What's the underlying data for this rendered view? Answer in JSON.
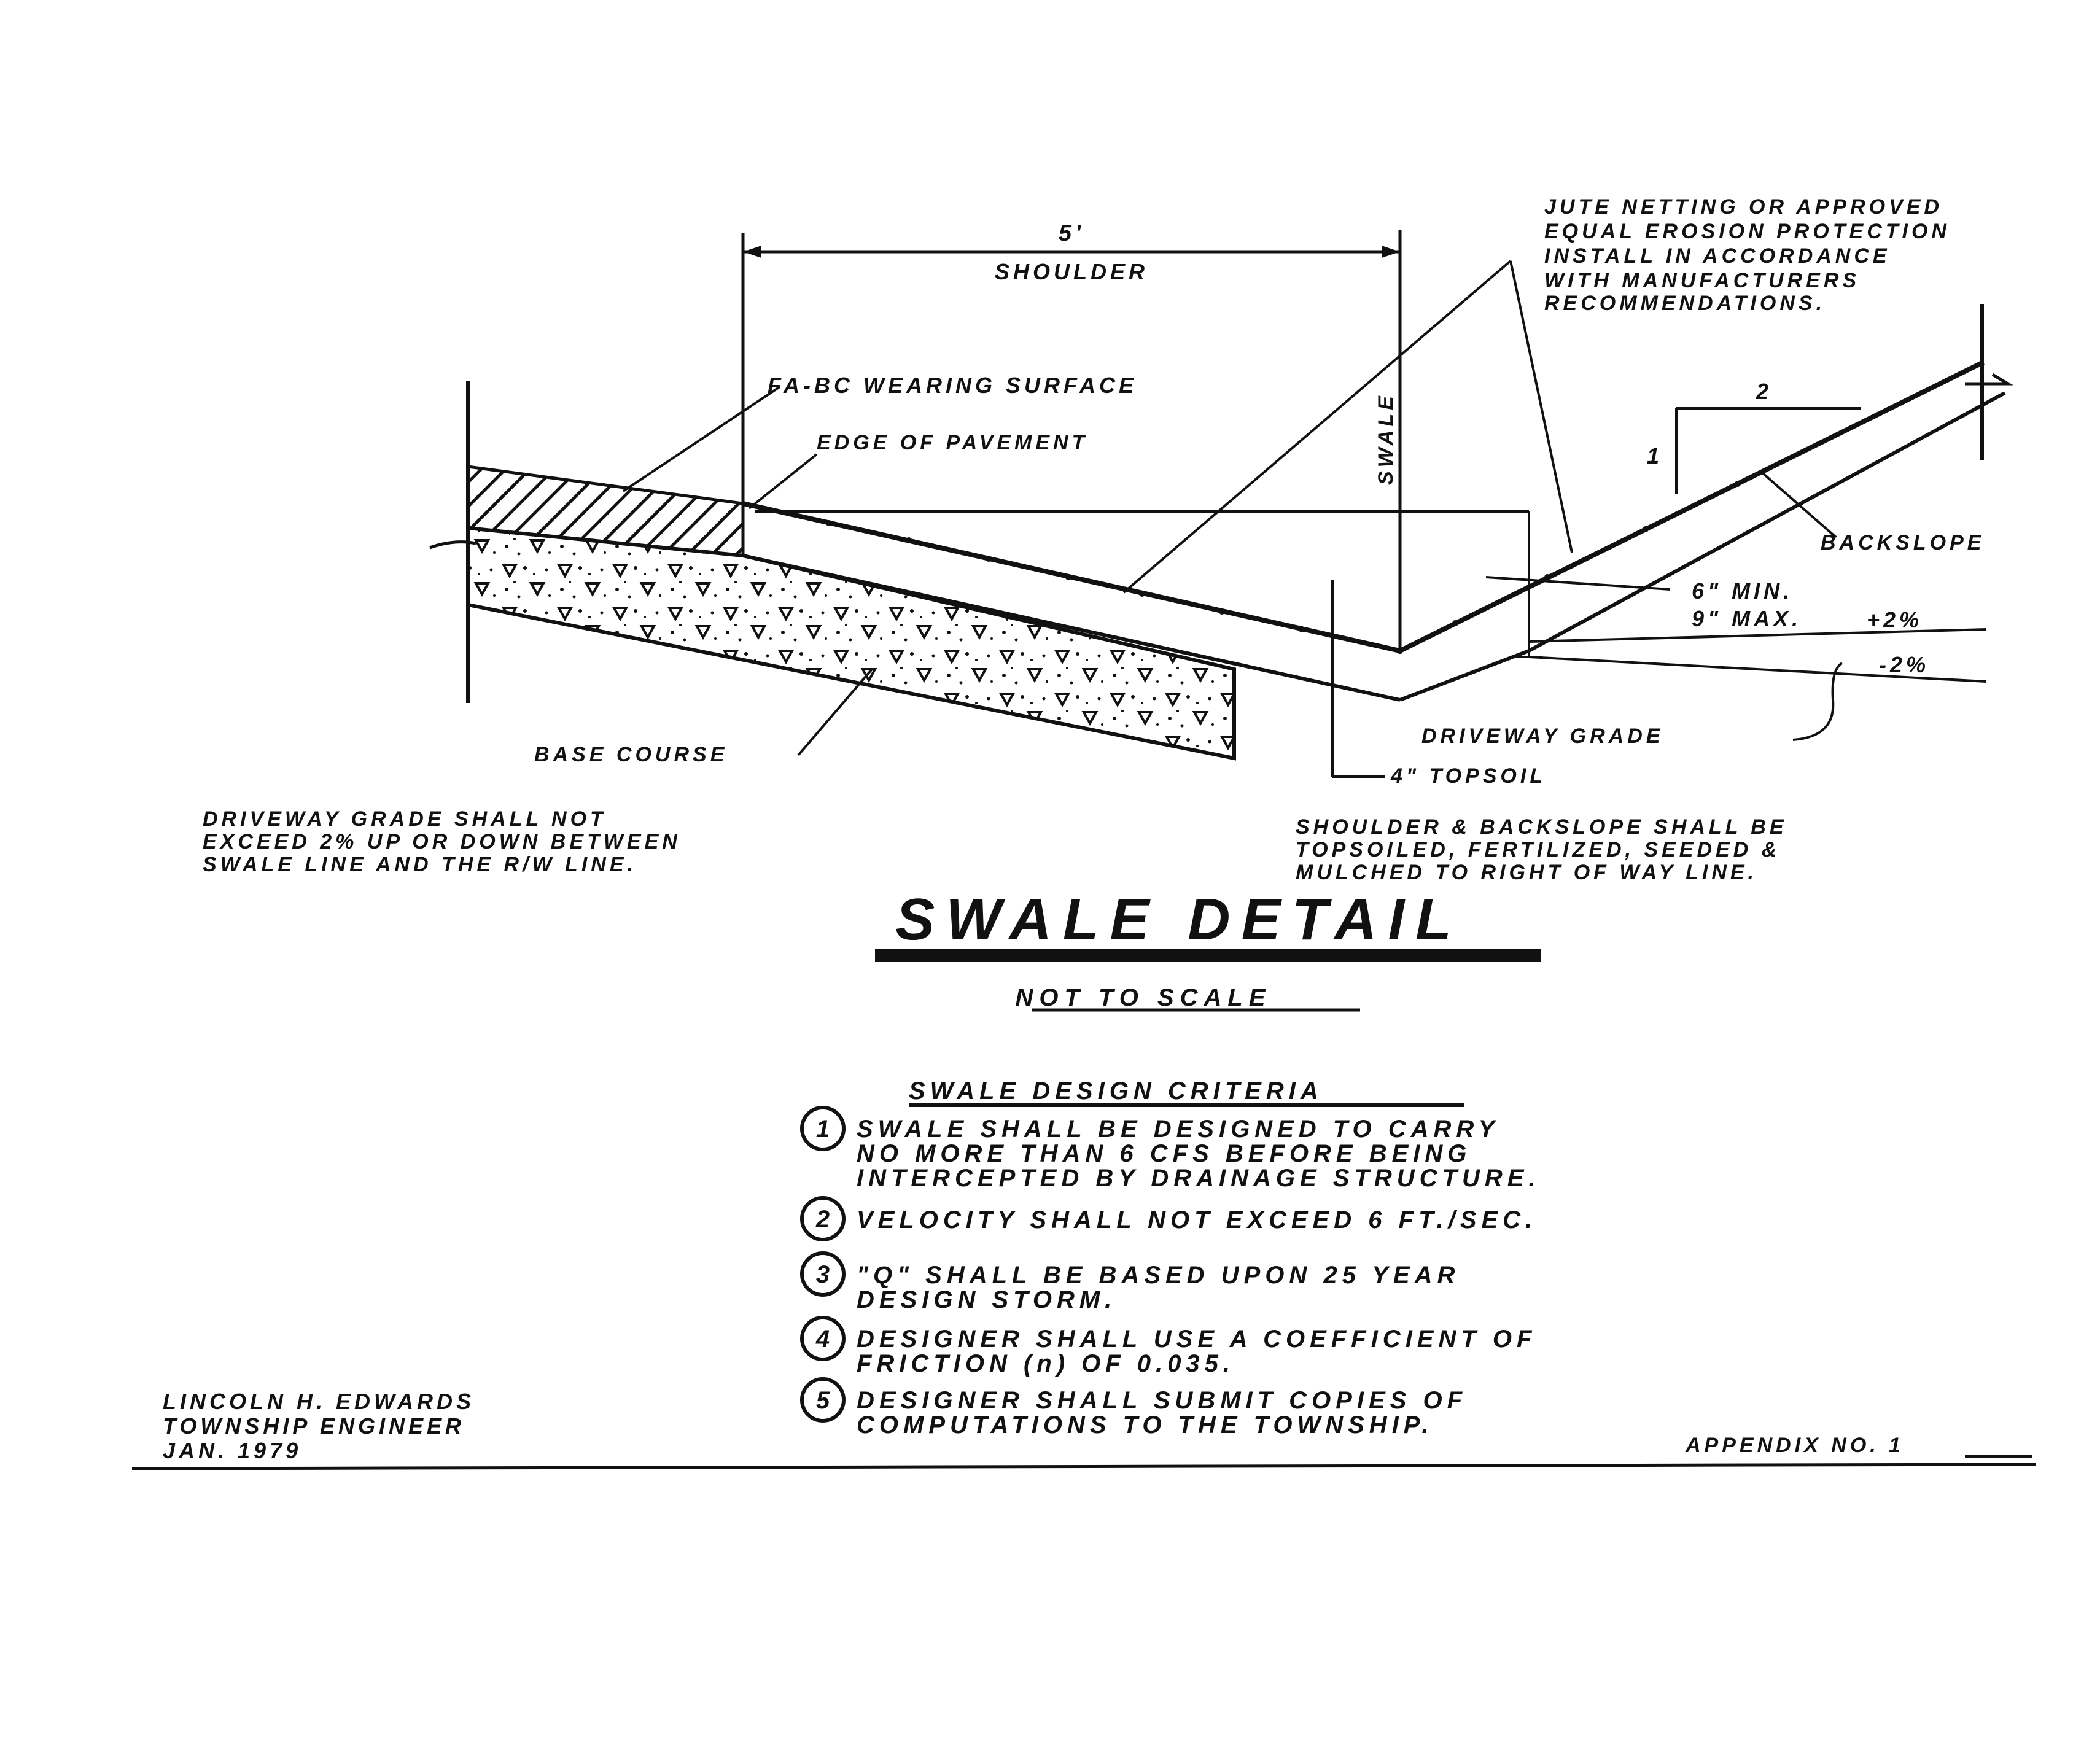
{
  "labels": {
    "dimension_5": "5'",
    "shoulder": "SHOULDER",
    "fa_bc_wearing_surface": "FA-BC WEARING SURFACE",
    "edge_of_pavement": "EDGE OF PAVEMENT",
    "swale": "SWALE",
    "jute_netting": [
      "JUTE NETTING OR APPROVED",
      "EQUAL EROSION PROTECTION",
      "INSTALL IN ACCORDANCE",
      "WITH MANUFACTURERS",
      "RECOMMENDATIONS."
    ],
    "slope_run": "2",
    "slope_rise": "1",
    "backslope": "BACKSLOPE",
    "min_6": "6\" MIN.",
    "max_9": "9\" MAX.",
    "plus_2": "+2%",
    "minus_2": "-2%",
    "driveway_grade": "DRIVEWAY GRADE",
    "topsoil_4": "4\" TOPSOIL",
    "base_course": "BASE COURSE"
  },
  "notes": {
    "driveway_note": [
      "DRIVEWAY GRADE SHALL NOT",
      "EXCEED 2% UP OR DOWN BETWEEN",
      "SWALE LINE AND THE R/W LINE."
    ],
    "shoulder_note": [
      "SHOULDER & BACKSLOPE SHALL BE",
      "TOPSOILED, FERTILIZED, SEEDED &",
      "MULCHED TO RIGHT OF WAY LINE."
    ]
  },
  "title": "SWALE DETAIL",
  "subtitle": "NOT TO SCALE",
  "criteria_heading": "SWALE DESIGN CRITERIA",
  "criteria": [
    {
      "num": "1",
      "lines": [
        "SWALE SHALL BE DESIGNED TO CARRY",
        "NO MORE THAN 6 CFS BEFORE BEING",
        "INTERCEPTED BY DRAINAGE STRUCTURE."
      ]
    },
    {
      "num": "2",
      "lines": [
        "VELOCITY SHALL NOT EXCEED 6 FT./SEC."
      ]
    },
    {
      "num": "3",
      "lines": [
        "\"Q\" SHALL BE BASED UPON 25 YEAR",
        "DESIGN STORM."
      ]
    },
    {
      "num": "4",
      "lines": [
        "DESIGNER SHALL USE A COEFFICIENT OF",
        "FRICTION (n) OF 0.035."
      ]
    },
    {
      "num": "5",
      "lines": [
        "DESIGNER SHALL SUBMIT COPIES OF",
        "COMPUTATIONS TO THE TOWNSHIP."
      ]
    }
  ],
  "signature": [
    "LINCOLN H. EDWARDS",
    "TOWNSHIP ENGINEER",
    "JAN. 1979"
  ],
  "appendix": "APPENDIX NO. 1"
}
